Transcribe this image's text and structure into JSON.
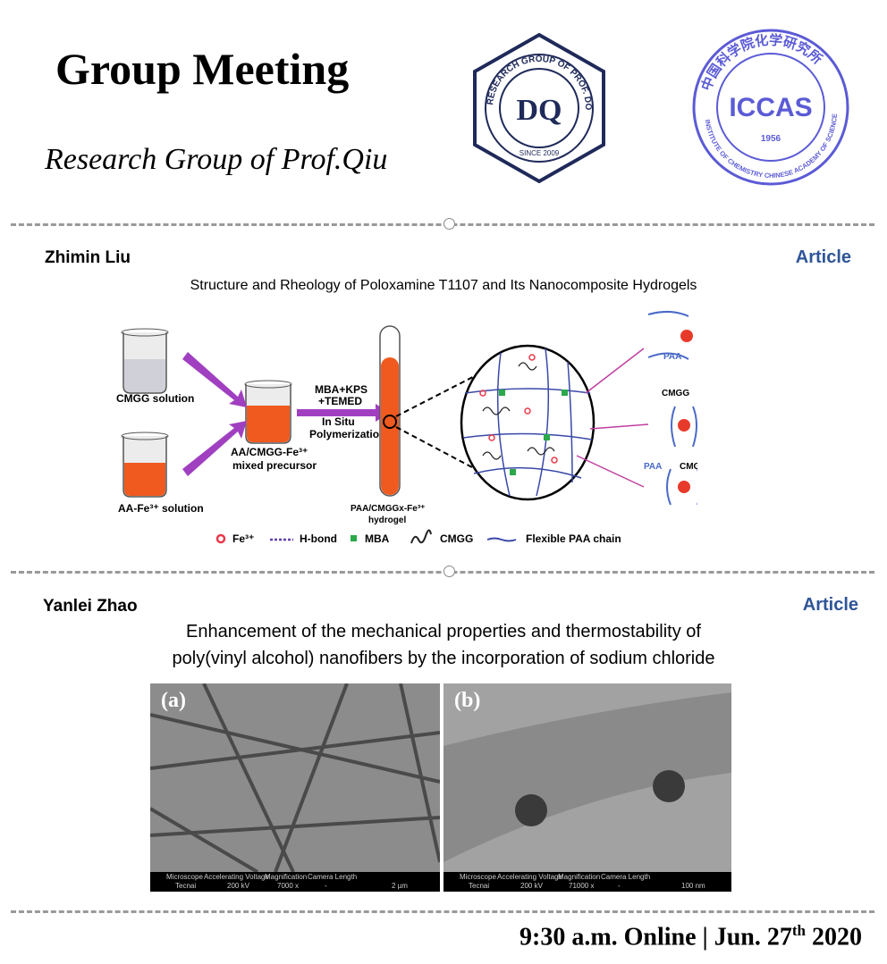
{
  "header": {
    "title": "Group Meeting",
    "subtitle": "Research Group of Prof.Qiu",
    "logo_group": {
      "ring_text": "RESEARCH GROUP OF PROF. DONG QIU",
      "monogram": "DQ",
      "since": "SINCE 2009"
    },
    "logo_iccas": {
      "cn_text": "中国科学院化学研究所",
      "abbr": "ICCAS",
      "year": "1956",
      "en_text": "INSTITUTE OF CHEMISTRY CHINESE ACADEMY OF SCIENCES"
    }
  },
  "colors": {
    "accent": "#2f5597",
    "iccas": "#5b5bd6",
    "orange": "#f05a1e",
    "purple": "#a040c0"
  },
  "sections": [
    {
      "presenter": "Zhimin Liu",
      "type": "Article",
      "paper_title": "Structure and Rheology of Poloxamine T1107 and Its Nanocomposite Hydrogels",
      "figure": {
        "labels": {
          "cmgg_solution": "CMGG solution",
          "aa_fe_solution": "AA-Fe³⁺ solution",
          "mixed_precursor_1": "AA/CMGG-Fe³⁺",
          "mixed_precursor_2": "mixed precursor",
          "reagents_1": "MBA+KPS",
          "reagents_2": "+TEMED",
          "process_1": "In Situ",
          "process_2": "Polymerization",
          "hydrogel_1": "PAA/CMGGx-Fe³⁺",
          "hydrogel_2": "hydrogel",
          "paa_1": "PAA",
          "cmgg_1": "CMGG",
          "paa_2": "PAA",
          "cmgg_2": "CMGG",
          "fe": "Fe³⁺"
        },
        "legend": [
          "Fe³⁺",
          "H-bond",
          "MBA",
          "CMGG",
          "Flexible PAA chain"
        ]
      }
    },
    {
      "presenter": "Yanlei Zhao",
      "type": "Article",
      "paper_title_line1": "Enhancement of the mechanical properties and thermostability of",
      "paper_title_line2": "poly(vinyl alcohol) nanofibers by the incorporation of sodium chloride",
      "images": [
        {
          "label": "(a)",
          "headers": [
            "Microscope",
            "Accelerating Voltage",
            "Magnification",
            "Camera Length"
          ],
          "values": [
            "Tecnai",
            "200 kV",
            "7000 x",
            "-"
          ],
          "scale": "2 µm"
        },
        {
          "label": "(b)",
          "headers": [
            "Microscope",
            "Accelerating Voltage",
            "Magnification",
            "Camera Length"
          ],
          "values": [
            "Tecnai",
            "200 kV",
            "71000 x",
            "-"
          ],
          "scale": "100 nm"
        }
      ]
    }
  ],
  "footer": {
    "time": "9:30 a.m. Online | Jun. 27",
    "sup": "th",
    "year": " 2020"
  }
}
